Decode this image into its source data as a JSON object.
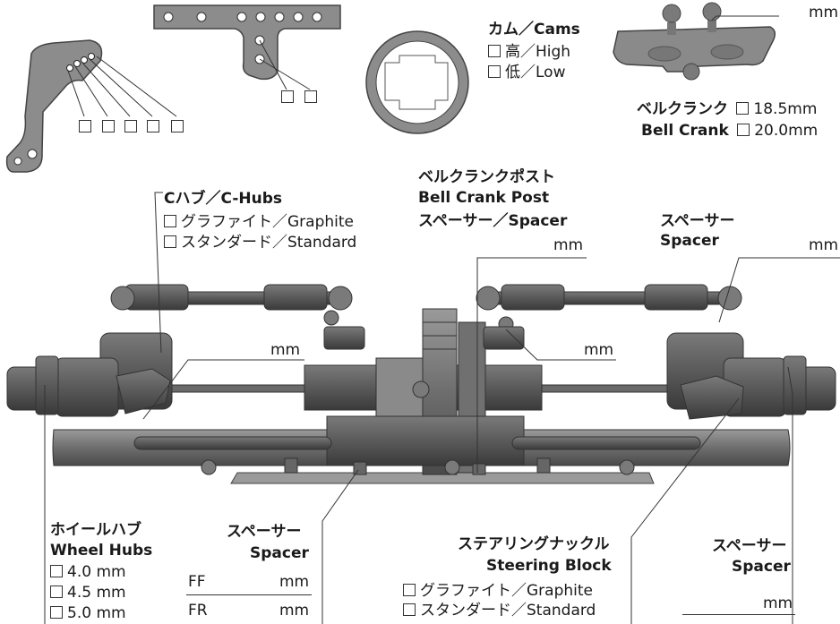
{
  "cams": {
    "title": "カム／Cams",
    "options": [
      "高／High",
      "低／Low"
    ]
  },
  "bellcrank_unit_top": "mm",
  "bellcrank": {
    "jp": "ベルクランク",
    "en": "Bell Crank",
    "size1": "18.5mm",
    "size2": "20.0mm"
  },
  "bellcrank_post": {
    "jp": "ベルクランクポスト",
    "en": "Bell Crank Post",
    "spacer": "スペーサー／Spacer",
    "unit": "mm"
  },
  "spacer_right_top": {
    "jp": "スペーサー",
    "en": "Spacer",
    "unit": "mm"
  },
  "chubs": {
    "title": "Cハブ／C-Hubs",
    "options": [
      "グラファイト／Graphite",
      "スタンダード／Standard"
    ]
  },
  "mm_left_mid": "mm",
  "mm_center_mid": "mm",
  "wheel_hubs": {
    "jp": "ホイールハブ",
    "en": "Wheel Hubs",
    "options": [
      "4.0 mm",
      "4.5 mm",
      "5.0 mm"
    ]
  },
  "spacer_bottom_center": {
    "jp": "スペーサー",
    "en": "Spacer",
    "rows": [
      {
        "label": "FF",
        "unit": "mm"
      },
      {
        "label": "FR",
        "unit": "mm"
      }
    ]
  },
  "steering_block": {
    "jp": "ステアリングナックル",
    "en": "Steering Block",
    "options": [
      "グラファイト／Graphite",
      "スタンダード／Standard"
    ]
  },
  "spacer_bottom_right": {
    "jp": "スペーサー",
    "en": "Spacer",
    "unit": "mm"
  }
}
